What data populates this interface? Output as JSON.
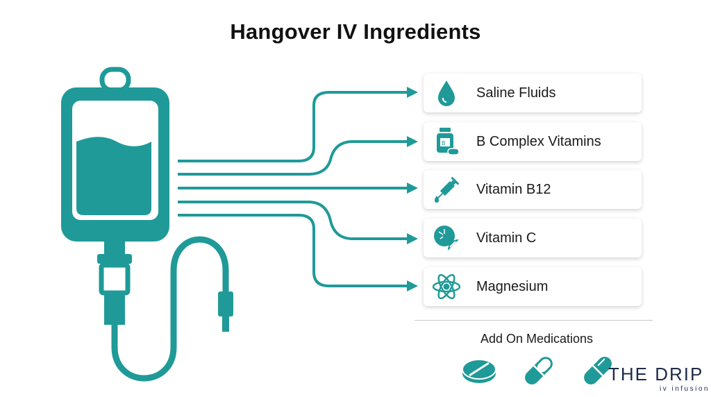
{
  "title": "Hangover IV Ingredients",
  "colors": {
    "teal": "#1f9a98",
    "dark": "#1d2b4a"
  },
  "ingredients": [
    {
      "label": "Saline Fluids",
      "icon": "water-drop-icon"
    },
    {
      "label": "B Complex Vitamins",
      "icon": "vitamin-bottle-icon"
    },
    {
      "label": "Vitamin B12",
      "icon": "syringe-icon"
    },
    {
      "label": "Vitamin C",
      "icon": "citrus-slice-icon"
    },
    {
      "label": "Magnesium",
      "icon": "atom-icon"
    }
  ],
  "addon": {
    "title": "Add On Medications",
    "icons": [
      "tablet-icon",
      "capsule-icon",
      "capsule-icon"
    ]
  },
  "logo": {
    "main": "THE DRIP",
    "sub": "iv infusion"
  }
}
